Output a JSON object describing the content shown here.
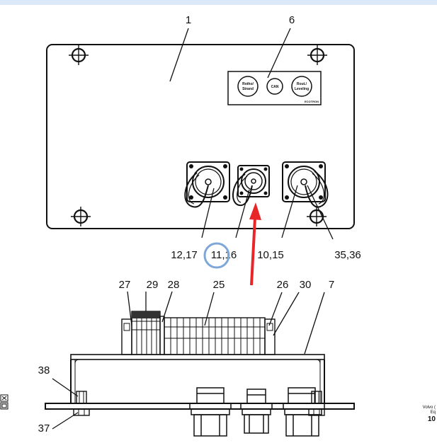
{
  "callouts": {
    "c1": "1",
    "c6": "6",
    "c12_17": "12,17",
    "c11_16": "11,16",
    "c10_15": "10,15",
    "c35_36": "35,36",
    "c27": "27",
    "c29": "29",
    "c28": "28",
    "c25": "25",
    "c26": "26",
    "c30": "30",
    "c7": "7",
    "c38": "38",
    "c37": "37"
  },
  "panel_buttons": {
    "left_line1": "Rotho/",
    "left_line2": "Strand",
    "middle": "CAN",
    "right_line1": "Rout./",
    "right_line2": "Leveling",
    "brand": "ECOTRON"
  },
  "side_note": {
    "line1": "Volvo (",
    "line2": "Eq",
    "line3": "10"
  },
  "colors": {
    "arrow": "#e8262a",
    "highlight_circle": "#7ea7d8",
    "top_bar": "#dce9f8",
    "line": "#111111"
  }
}
